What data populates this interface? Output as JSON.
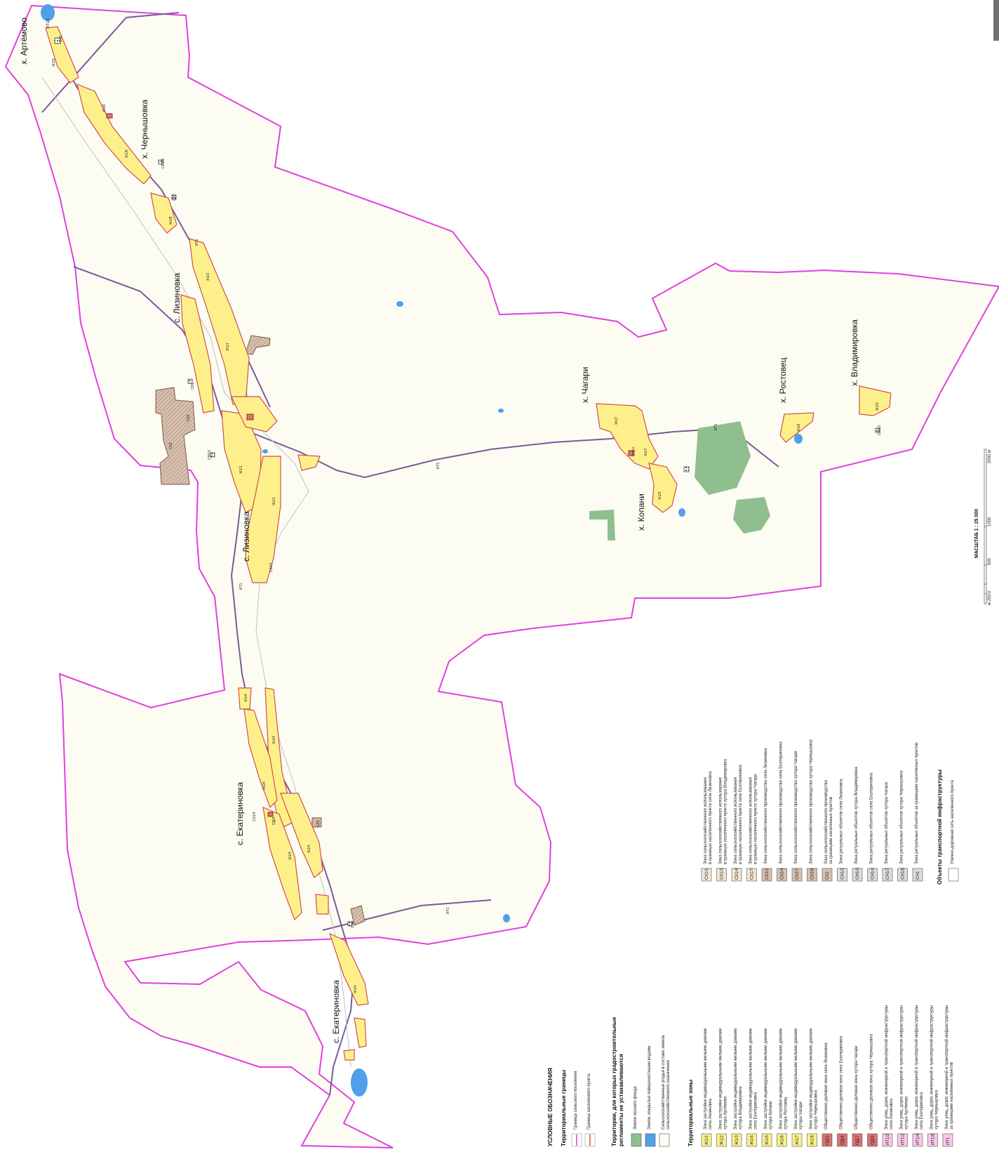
{
  "villages": [
    {
      "id": "artemovo",
      "label": "х. Артёмово"
    },
    {
      "id": "chernyshovka",
      "label": "х. Чернышовка"
    },
    {
      "id": "lizinovka-1",
      "label": "с. Лизиновка"
    },
    {
      "id": "lizinovka-2",
      "label": "с. Лизиновка"
    },
    {
      "id": "ekaterinovka-1",
      "label": "с. Екатериновка"
    },
    {
      "id": "ekaterinovka-2",
      "label": "с. Екатериновка"
    },
    {
      "id": "chagari",
      "label": "х. Чагари"
    },
    {
      "id": "kopani",
      "label": "х. Копани"
    },
    {
      "id": "rostovets",
      "label": "х. Ростовец"
    },
    {
      "id": "vladimirovka",
      "label": "х. Владимировка"
    }
  ],
  "zone_labels": [
    {
      "id": "z1",
      "text": "Ж1/2"
    },
    {
      "id": "z2",
      "text": "ИТ1/2"
    },
    {
      "id": "z3",
      "text": "СН1"
    },
    {
      "id": "z4",
      "text": "Ж1/8"
    },
    {
      "id": "z5",
      "text": "Ж1/8"
    },
    {
      "id": "z6",
      "text": "СН1/8"
    },
    {
      "id": "z7",
      "text": "СХ2"
    },
    {
      "id": "z8",
      "text": "Ж1/8"
    },
    {
      "id": "z9",
      "text": "ИТ1"
    },
    {
      "id": "z10",
      "text": "Ж1/1"
    },
    {
      "id": "z11",
      "text": "Ж1/1"
    },
    {
      "id": "z12",
      "text": "СХ2"
    },
    {
      "id": "z13",
      "text": "СН1"
    },
    {
      "id": "z14",
      "text": "СН1/1"
    },
    {
      "id": "z15",
      "text": "Ж1/1"
    },
    {
      "id": "z16",
      "text": "Ж1/1"
    },
    {
      "id": "z17",
      "text": "СХ1/1"
    },
    {
      "id": "z18",
      "text": "Ж1/4"
    },
    {
      "id": "z19",
      "text": "Ж1/4"
    },
    {
      "id": "z20",
      "text": "Ж1/4"
    },
    {
      "id": "z21",
      "text": "Ж1/4"
    },
    {
      "id": "z22",
      "text": "Ж1/4"
    },
    {
      "id": "z23",
      "text": "СХ1/4"
    },
    {
      "id": "z24",
      "text": "ОД/4"
    },
    {
      "id": "z25",
      "text": "СН1"
    },
    {
      "id": "z26",
      "text": "Ж1/4"
    },
    {
      "id": "z27",
      "text": "Ж1/7"
    },
    {
      "id": "z28",
      "text": "Ж1/7"
    },
    {
      "id": "z29",
      "text": "СХ2/7"
    },
    {
      "id": "z30",
      "text": "Ж1/5"
    },
    {
      "id": "z31",
      "text": "Ж1/6"
    },
    {
      "id": "z32",
      "text": "СН1/3"
    },
    {
      "id": "z33",
      "text": "Ж1/3"
    },
    {
      "id": "z34",
      "text": "ИТ1"
    },
    {
      "id": "z35",
      "text": "ИТ1"
    },
    {
      "id": "z36",
      "text": "ИТ1"
    },
    {
      "id": "z37",
      "text": "ИТ1"
    },
    {
      "id": "z38",
      "text": "СХ2"
    },
    {
      "id": "z39",
      "text": "СХ2"
    }
  ],
  "legend": {
    "title": "УСЛОВНЫЕ ОБОЗНАЧЕНИЯ",
    "boundaries_title": "Территориальные границы",
    "boundaries": [
      {
        "label": "Граница сельского поселения",
        "color": "#e040e0"
      },
      {
        "label": "Граница населенного пункта",
        "color": "#e05050"
      }
    ],
    "nonreg_title_1": "Территории,  для которых градостроительные",
    "nonreg_title_2": "регламенты не устанавливаются",
    "nonreg": [
      {
        "lines": [
          "Земли лесного фонда"
        ],
        "color": "#8fbf8f"
      },
      {
        "lines": [
          "Земли, покрытые поверхностными водами"
        ],
        "color": "#4fa0e8"
      },
      {
        "lines": [
          "Сельскохозяйственные угодья в составе земель",
          "сельскохозяйственного назначения"
        ],
        "color": "#fdfcf3"
      }
    ],
    "zones_title": "Территориальные зоны",
    "zones_col1": [
      {
        "code": "Ж1/1",
        "lines": [
          "Зона застройки индивидуальными жилыми домами",
          "села Лизиновка"
        ],
        "color": "#fdf08a"
      },
      {
        "code": "Ж1/2",
        "lines": [
          "Зона застройки индивидуальными жилыми домами",
          "хутора Артёмово"
        ],
        "color": "#fdf08a"
      },
      {
        "code": "Ж1/3",
        "lines": [
          "Зона застройки индивидуальными жилыми домами",
          "хутора Владимировка"
        ],
        "color": "#fdf08a"
      },
      {
        "code": "Ж1/4",
        "lines": [
          "Зона застройки индивидуальными жилыми домами",
          "села Екатериновка"
        ],
        "color": "#fdf08a"
      },
      {
        "code": "Ж1/5",
        "lines": [
          "Зона застройки индивидуальными жилыми домами",
          "хутора Копани"
        ],
        "color": "#fdf08a"
      },
      {
        "code": "Ж1/6",
        "lines": [
          "Зона застройки индивидуальными жилыми домами",
          "хутора Ростовец"
        ],
        "color": "#fdf08a"
      },
      {
        "code": "Ж1/7",
        "lines": [
          "Зона застройки индивидуальными жилыми домами",
          "хутора Чагари"
        ],
        "color": "#fdf08a"
      },
      {
        "code": "Ж1/8",
        "lines": [
          "Зона застройки индивидуальными жилыми домами",
          "хутора Чернышовка"
        ],
        "color": "#fdf08a"
      },
      {
        "code": "ОД/1",
        "lines": [
          "Общественно-деловая зона села Лизиновка"
        ],
        "color": "#e07070"
      },
      {
        "code": "ОД/4",
        "lines": [
          "Общественно-деловая зона села Екатериновка"
        ],
        "color": "#e07070"
      },
      {
        "code": "ОД/7",
        "lines": [
          "Общественно-деловая зона хутора Чагари"
        ],
        "color": "#e07070"
      },
      {
        "code": "ОД/8",
        "lines": [
          "Общественно-деловая зона хутора Чернышовка"
        ],
        "color": "#e07070"
      },
      {
        "code": "ИТ1/2",
        "lines": [
          "Зона улиц, дорог, инженерной и транспортной инфраструктуры",
          "села Лизиновка"
        ],
        "color": "#f8c8e8"
      },
      {
        "code": "ИТ1/2",
        "lines": [
          "Зона улиц, дорог, инженерной и транспортной инфраструктуры",
          "хутора Артёмово"
        ],
        "color": "#f8c8e8"
      },
      {
        "code": "ИТ1/4",
        "lines": [
          "Зона улиц, дорог, инженерной и транспортной инфраструктуры",
          "села Екатериновка"
        ],
        "color": "#f8c8e8"
      },
      {
        "code": "ИТ1/8",
        "lines": [
          "Зона улиц, дорог, инженерной и транспортной инфраструктуры",
          "хутора Чернышовка"
        ],
        "color": "#f8c8e8"
      },
      {
        "code": "ИТ1",
        "lines": [
          "Зона улиц, дорог, инженерной и транспортной инфраструктуры",
          "за границами населенных пунктов"
        ],
        "color": "#f8c8e8"
      }
    ],
    "zones_col2": [
      {
        "code": "СХ1/1",
        "lines": [
          "Зона сельскохозяйственного использования",
          "в границах населенного пункта села Лизиновка"
        ],
        "color": "#f3e4d6"
      },
      {
        "code": "СХ1/3",
        "lines": [
          "Зона сельскохозяйственного использования",
          "в границах населенного пункта хутора Владимировка"
        ],
        "color": "#f3e4d6"
      },
      {
        "code": "СХ1/4",
        "lines": [
          "Зона сельскохозяйственного использования",
          "в границах населенного пункта села Екатериновка"
        ],
        "color": "#f3e4d6"
      },
      {
        "code": "СХ1/7",
        "lines": [
          "Зона сельскохозяйственного использования",
          "в границах населенного пункта хутора Чагари"
        ],
        "color": "#f3e4d6"
      },
      {
        "code": "СХ2/1",
        "lines": [
          "Зона сельскохозяйственного производства села Лизиновка"
        ],
        "color": "#d8c0ae"
      },
      {
        "code": "СХ2/4",
        "lines": [
          "Зона сельскохозяйственного производства села Екатериновка"
        ],
        "color": "#d8c0ae"
      },
      {
        "code": "СХ2/7",
        "lines": [
          "Зона сельскохозяйственного производства хутора Чагари"
        ],
        "color": "#d8c0ae"
      },
      {
        "code": "СХ2/8",
        "lines": [
          "Зона сельскохозяйственного производства хутора Чернышовка"
        ],
        "color": "#d8c0ae"
      },
      {
        "code": "СХ2",
        "lines": [
          "Зона сельскохозяйственного производства",
          "за границами населенных пунктов"
        ],
        "color": "#d8c0ae"
      },
      {
        "code": "СН1/1",
        "lines": [
          "Зона ритуальных объектов села Лизиновка"
        ],
        "color": "#dcdcdc"
      },
      {
        "code": "СН1/3",
        "lines": [
          "Зона ритуальных объектов хутора Владимировка"
        ],
        "color": "#dcdcdc"
      },
      {
        "code": "СН1/4",
        "lines": [
          "Зона ритуальных объектов села Екатериновка"
        ],
        "color": "#dcdcdc"
      },
      {
        "code": "СН1/7",
        "lines": [
          "Зона ритуальных объектов хутора Чагари"
        ],
        "color": "#dcdcdc"
      },
      {
        "code": "СН1/8",
        "lines": [
          "Зона ритуальных объектов хутора Чернышовка"
        ],
        "color": "#dcdcdc"
      },
      {
        "code": "СН1",
        "lines": [
          "Зона ритуальных объектов за границами населенных пунктов"
        ],
        "color": "#dcdcdc"
      }
    ],
    "transport_title": "Объекты транспортной инфраструктуры",
    "transport": [
      {
        "lines": [
          "Улично-дорожная сеть населенного пункта"
        ],
        "color": "#ffffff"
      }
    ]
  },
  "scale": {
    "title": "МАСШТАБ 1 : 25 000",
    "ticks": [
      "м 250",
      "0",
      "500",
      "1000",
      "2000 м"
    ]
  },
  "colors": {
    "boundary": "#e040e0",
    "settlement": "#e05050",
    "residential": "#fdf08a",
    "water": "#4fa0e8",
    "forest": "#8fbf8f",
    "agri": "#fdfcf3",
    "production": "#c9ab95",
    "road": "#7a5a9a"
  }
}
